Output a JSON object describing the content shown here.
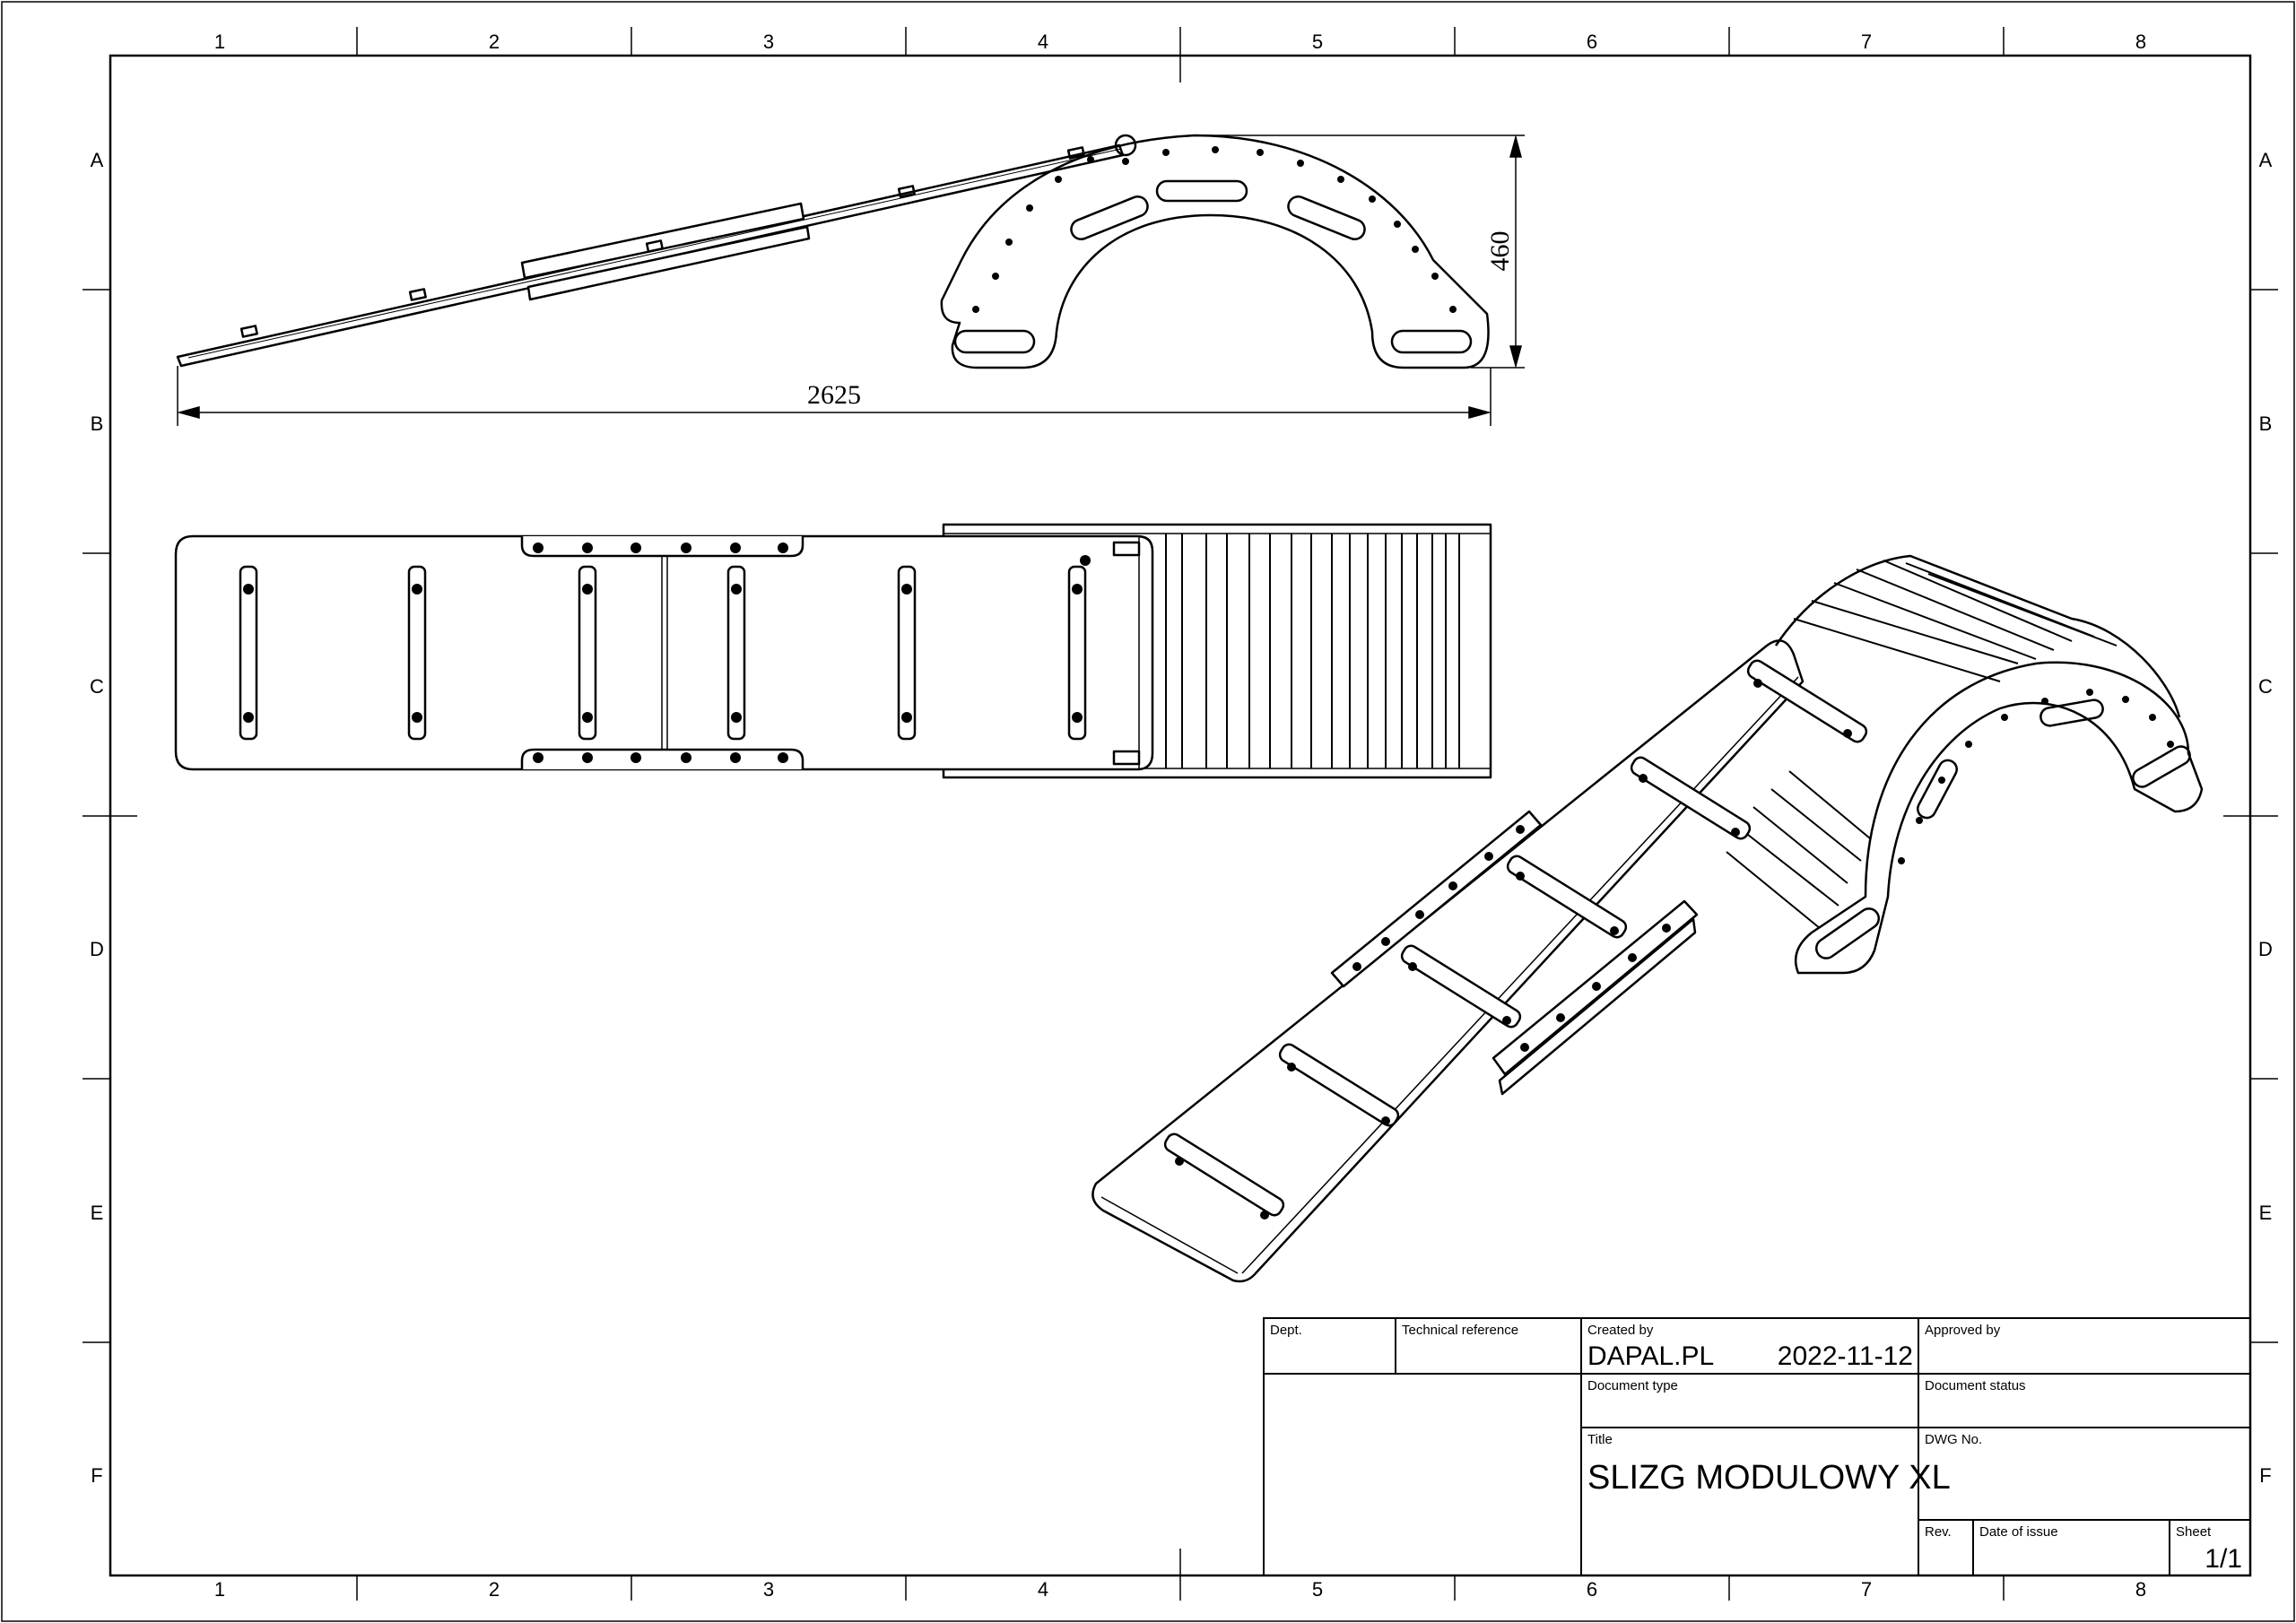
{
  "zones": {
    "columns": [
      "1",
      "2",
      "3",
      "4",
      "5",
      "6",
      "7",
      "8"
    ],
    "rows": [
      "A",
      "B",
      "C",
      "D",
      "E",
      "F"
    ]
  },
  "dimensions": {
    "length": "2625",
    "height": "460"
  },
  "title_block": {
    "dept_label": "Dept.",
    "tech_ref_label": "Technical reference",
    "created_by_label": "Created by",
    "created_by": "DAPAL.PL",
    "date": "2022-11-12",
    "approved_by_label": "Approved by",
    "doc_type_label": "Document type",
    "doc_status_label": "Document status",
    "title_label": "Title",
    "title": "SLIZG MODULOWY XL",
    "dwg_no_label": "DWG No.",
    "rev_label": "Rev.",
    "date_issue_label": "Date of issue",
    "sheet_label": "Sheet",
    "sheet": "1/1"
  }
}
